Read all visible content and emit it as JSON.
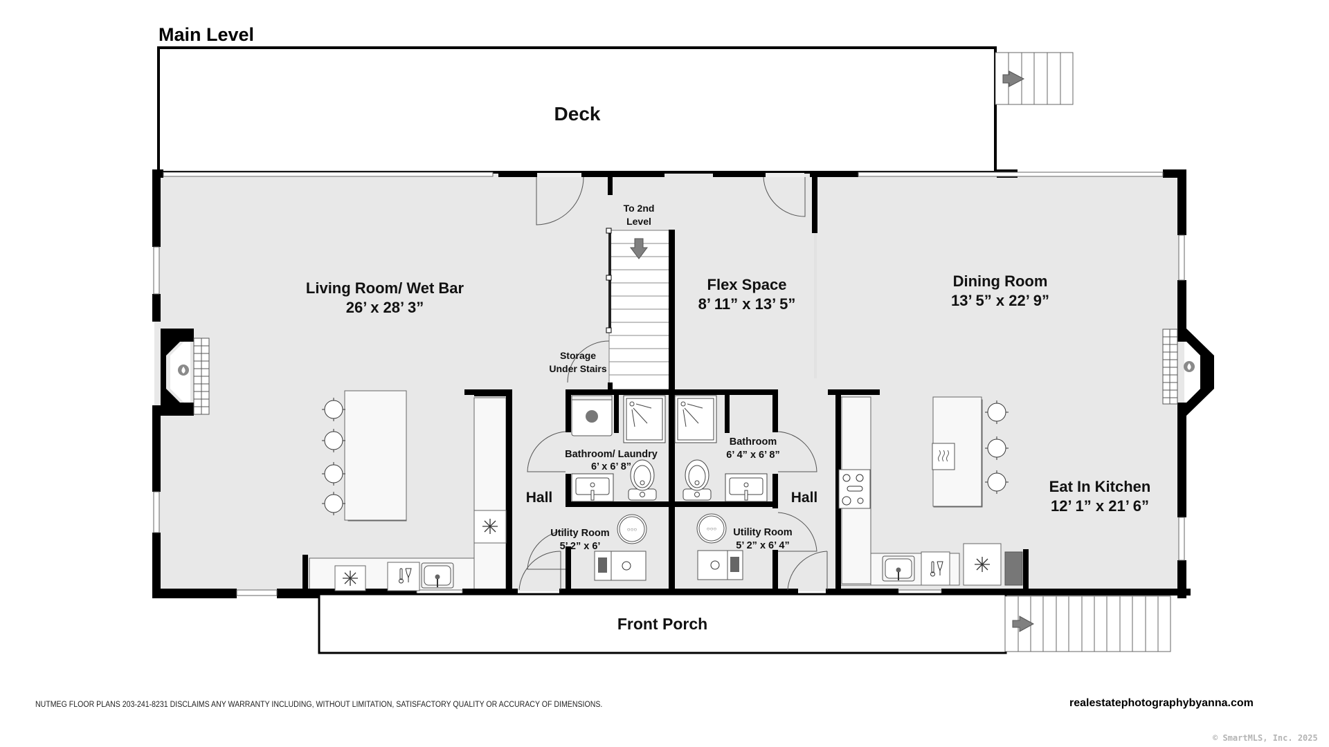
{
  "title": "Main Level",
  "rooms": {
    "deck": {
      "name": "Deck"
    },
    "living": {
      "name": "Living Room/ Wet Bar",
      "dims": "26’ x 28’ 3”"
    },
    "stairs": {
      "name": "To 2nd Level",
      "line1": "To 2nd",
      "line2": "Level"
    },
    "storage": {
      "line1": "Storage",
      "line2": "Under Stairs"
    },
    "flex": {
      "name": "Flex Space",
      "dims": "8’ 11” x 13’ 5”"
    },
    "dining": {
      "name": "Dining Room",
      "dims": "13’ 5” x 22’ 9”"
    },
    "bath_laundry": {
      "name": "Bathroom/ Laundry",
      "dims": "6’ x 6’ 8”"
    },
    "bathroom": {
      "name": "Bathroom",
      "dims": "6’ 4” x 6’ 8”"
    },
    "hall_left": {
      "name": "Hall"
    },
    "hall_right": {
      "name": "Hall"
    },
    "utility_left": {
      "name": "Utility Room",
      "dims": "5’ 2” x 6’"
    },
    "utility_right": {
      "name": "Utility Room",
      "dims": "5’ 2” x 6’ 4”"
    },
    "kitchen": {
      "name": "Eat In Kitchen",
      "dims": "12’ 1” x 21’ 6”"
    },
    "porch": {
      "name": "Front Porch"
    }
  },
  "footer": {
    "disclaimer": "NUTMEG FLOOR PLANS 203-241-8231 DISCLAIMS ANY WARRANTY INCLUDING, WITHOUT LIMITATION, SATISFACTORY QUALITY OR ACCURACY OF DIMENSIONS.",
    "website": "realestatephotographybyanna.com",
    "copyright": "© SmartMLS, Inc.  2025"
  },
  "colors": {
    "floor": "#e8e8e8",
    "wall": "#000000",
    "fixture": "#f8f8f8",
    "arrow": "#808080"
  }
}
